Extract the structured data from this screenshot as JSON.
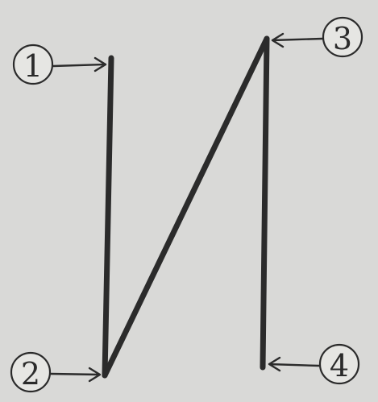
{
  "colors": {
    "background": "#d9d9d7",
    "ink": "#2b2b2b"
  },
  "markers": [
    {
      "label": "1"
    },
    {
      "label": "2"
    },
    {
      "label": "3"
    },
    {
      "label": "4"
    }
  ]
}
